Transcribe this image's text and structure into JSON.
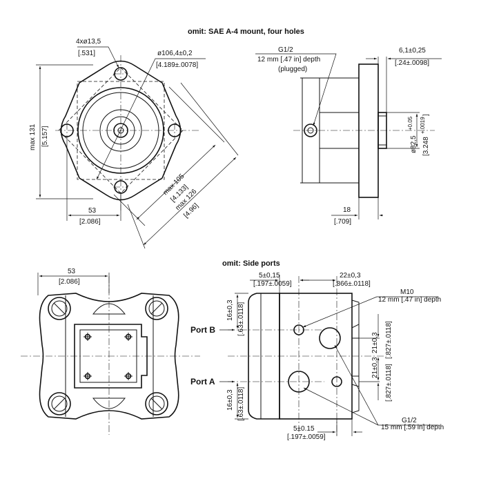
{
  "view1": {
    "title": "omit: SAE A-4 mount, four holes",
    "holes_label": "4xø13,5",
    "holes_label_in": "[.531]",
    "pilot_label": "ø106,4±0,2",
    "pilot_label_in": "[4.189±.0078]",
    "height_label": "max 131",
    "height_label_in": "[5.157]",
    "width_label": "53",
    "width_label_in": "[2.086]",
    "diag105_label": "max 105",
    "diag105_label_in": "[4.133]",
    "diag126_label": "max 126",
    "diag126_label_in": "[4.96]"
  },
  "view2": {
    "port_label_1": "G1/2",
    "port_label_2": "12 mm [.47 in] depth",
    "port_label_3": "(plugged)",
    "flange_label": "6,1±0,25",
    "flange_label_in": "[.24±.0098]",
    "pilot_label": "ø82,5",
    "pilot_tol": "+0.05",
    "pilot_label_in": "[3.248",
    "pilot_tol_in": "+.0019",
    "pilot_close": "]",
    "depth_label": "18",
    "depth_label_in": "[.709]"
  },
  "view3": {
    "width_label": "53",
    "width_label_in": "[2.086]"
  },
  "view4": {
    "title": "omit: Side ports",
    "dim_top_left": "5±0,15",
    "dim_top_left_in": "[.197±.0059]",
    "dim_top_right": "22±0,3",
    "dim_top_right_in": "[.866±.0118]",
    "m10_label": "M10",
    "m10_depth": "12 mm [.47 in] depth",
    "port_b": "Port B",
    "port_a": "Port A",
    "dim_left_top": "16±0,3",
    "dim_left_top_in": "[.63±.0118]",
    "dim_left_bottom": "16±0,3",
    "dim_left_bottom_in": "[.63±.0118]",
    "dim_right_top": "21±0,3",
    "dim_right_top_in": "[.827±.0118]",
    "dim_right_bottom": "21±0,3",
    "dim_right_bottom_in": "[.827±.0118]",
    "dim_bottom": "5±0.15",
    "dim_bottom_in": "[.197±.0059]",
    "g12_label": "G1/2",
    "g12_depth": "15 mm [.59 in] depth"
  }
}
